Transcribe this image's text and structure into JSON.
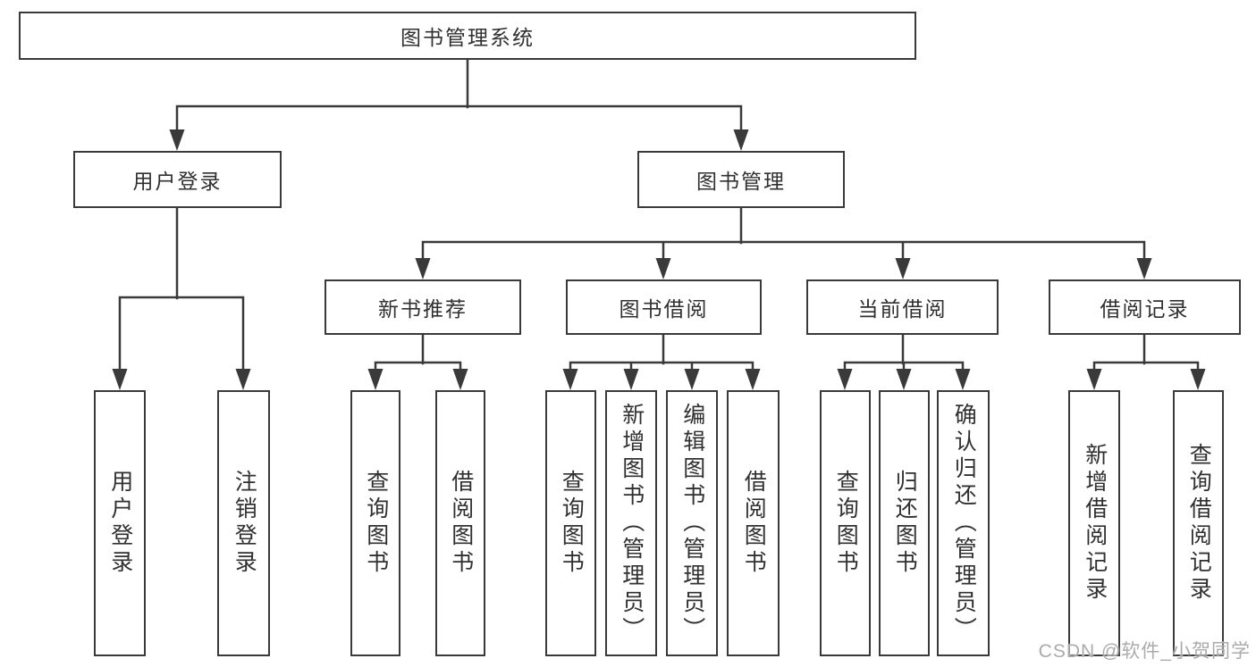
{
  "tree": {
    "root": "图书管理系统",
    "level2": {
      "login": "用户登录",
      "management": "图书管理"
    },
    "level3": {
      "recommend": "新书推荐",
      "borrow": "图书借阅",
      "current": "当前借阅",
      "records": "借阅记录"
    },
    "leaves": {
      "login": [
        "用户登录",
        "注销登录"
      ],
      "recommend": [
        "查询图书",
        "借阅图书"
      ],
      "borrow": [
        "查询图书",
        "新增图书（管理员）",
        "编辑图书（管理员）",
        "借阅图书"
      ],
      "current": [
        "查询图书",
        "归还图书",
        "确认归还（管理员）"
      ],
      "records": [
        "新增借阅记录",
        "查询借阅记录"
      ]
    }
  },
  "watermark": "CSDN @软件_小贺同学",
  "colors": {
    "line": "#3a3a3a",
    "text": "#303030",
    "background": "#ffffff",
    "watermark": "#ababab"
  }
}
